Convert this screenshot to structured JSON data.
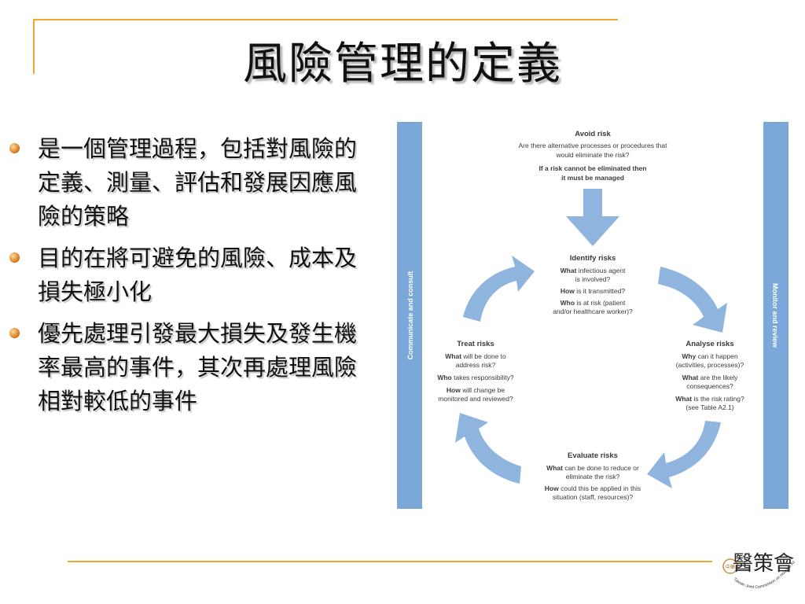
{
  "slide": {
    "title": "風險管理的定義",
    "bullets": [
      "是一個管理過程，包括對風險的定義、測量、評估和發展因應風險的策略",
      "目的在將可避免的風險、成本及損失極小化",
      "優先處理引發最大損失及發生機率最高的事件，其次再處理風險相對較低的事件"
    ]
  },
  "diagram": {
    "left_bar_label": "Communicate and consult",
    "right_bar_label": "Monitor and review",
    "avoid": {
      "heading": "Avoid risk",
      "line1": "Are there alternative processes or procedures that",
      "line2": "would eliminate the risk?",
      "bold1": "If a risk cannot be eliminated then",
      "bold2": "it must be managed"
    },
    "identify": {
      "heading": "Identify risks",
      "l1_b": "What",
      "l1": " infectious agent",
      "l2": "is involved?",
      "l3_b": "How",
      "l3": " is it transmitted?",
      "l4_b": "Who",
      "l4": " is at risk (patient",
      "l5": "and/or healthcare worker)?"
    },
    "analyse": {
      "heading": "Analyse risks",
      "l1_b": "Why",
      "l1": " can it happen",
      "l2": "(activities, processes)?",
      "l3_b": "What",
      "l3": " are the likely",
      "l4": "consequences?",
      "l5_b": "What",
      "l5": " is the risk rating?",
      "l6": "(see Table A2.1)"
    },
    "evaluate": {
      "heading": "Evaluate risks",
      "l1_b": "What",
      "l1": " can be done to reduce or",
      "l2": "eliminate the risk?",
      "l3_b": "How",
      "l3": " could this be applied in this",
      "l4": "situation (staff, resources)?"
    },
    "treat": {
      "heading": "Treat risks",
      "l1_b": "What",
      "l1": " will be done to",
      "l2": "address risk?",
      "l3_b": "Who",
      "l3": " takes responsibility?",
      "l4_b": "How",
      "l4": " will change be",
      "l5": "monitored and reviewed?"
    },
    "colors": {
      "bar": "#7ba7d9",
      "arrow": "#8fb4de"
    }
  },
  "logo": {
    "seal_text": "中華",
    "calligraphy": "醫策會",
    "arc_text": "Taiwan Joint Commission on Hospital Accreditation"
  },
  "colors": {
    "accent_line": "#f0a830",
    "bullet": "#e08a2a"
  }
}
